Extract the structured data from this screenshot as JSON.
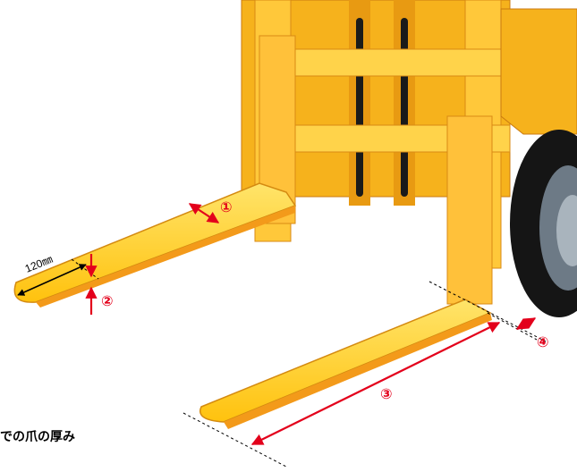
{
  "labels": {
    "fork_width_marker": "①",
    "tip_thickness_marker": "②",
    "fork_length_marker": "③",
    "heel_thickness_marker": "④",
    "tip_dimension": "120㎜"
  },
  "caption": "での爪の厚み",
  "colors": {
    "fork_yellow": "#FFD21A",
    "fork_orange": "#F39A1A",
    "frame_orange": "#F6B21C",
    "tire_black": "#151515",
    "wheel_grey": "#6D7A86",
    "dimension_red": "#E3001B"
  }
}
